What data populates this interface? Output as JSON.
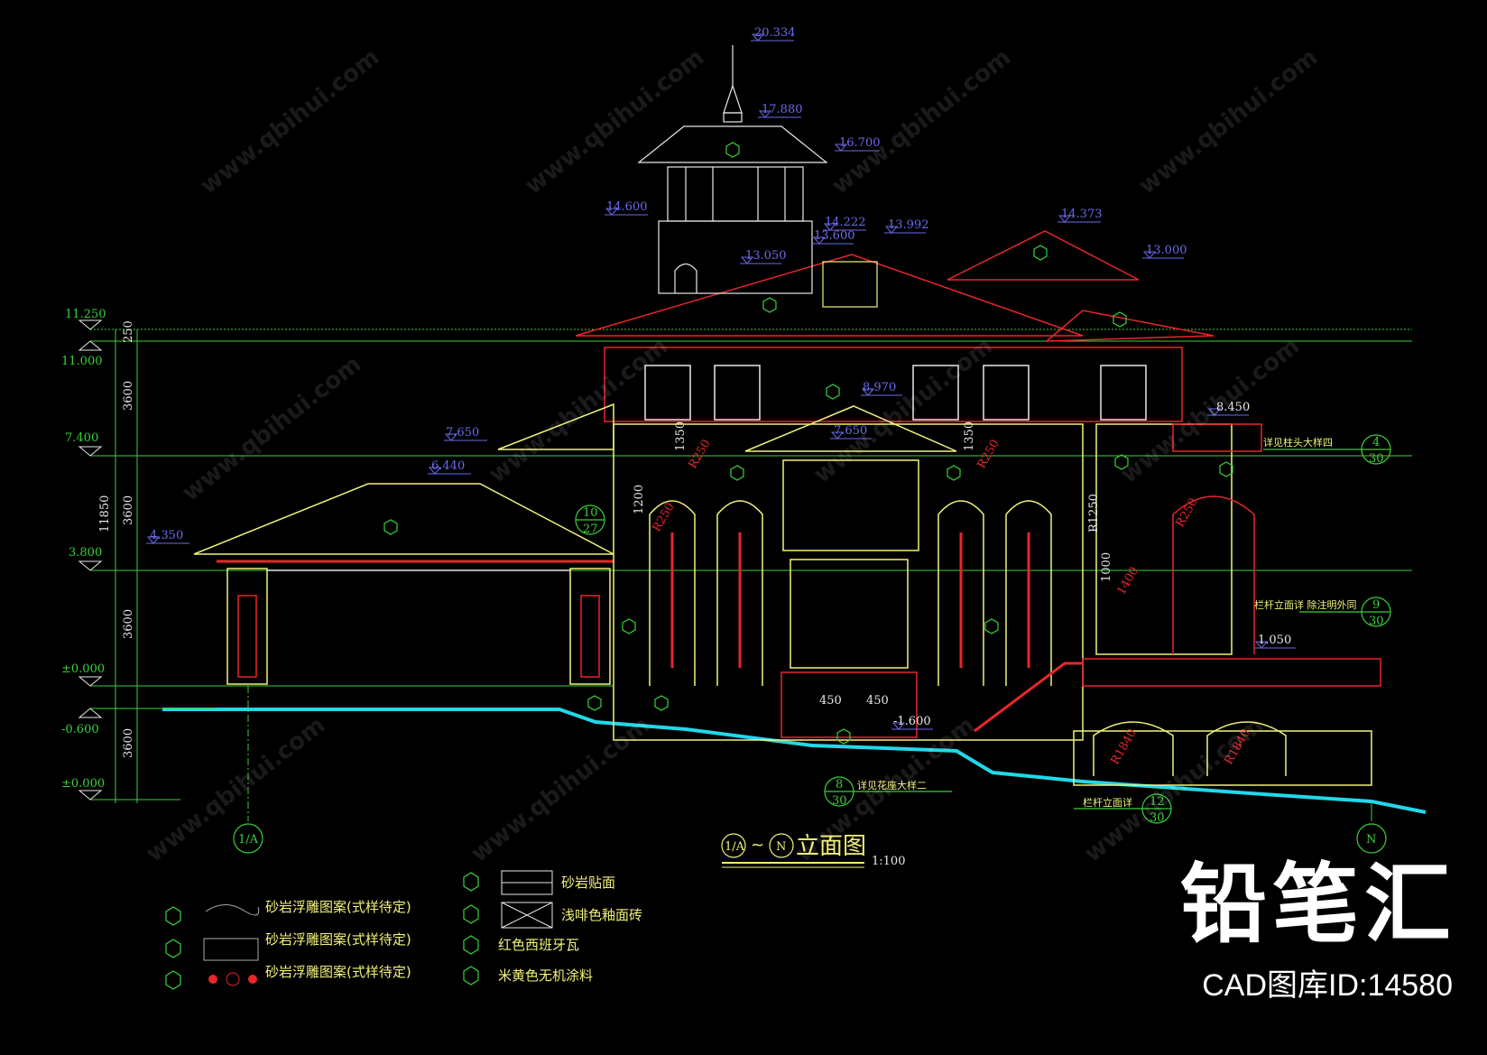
{
  "levels_top": [
    "20.334",
    "17.880",
    "16.700",
    "14.600",
    "14.222",
    "13.600",
    "13.992",
    "14.373",
    "13.000",
    "13.050",
    "8.970",
    "7.650",
    "7.650",
    "6.440",
    "4.350",
    "8.450",
    "1.050",
    "-1.600"
  ],
  "levels_left": [
    "11.250",
    "11.000",
    "7.400",
    "3.800",
    "±0.000",
    "-0.600",
    "±0.000"
  ],
  "dims_left": [
    "250",
    "3600",
    "3600",
    "3600",
    "3600",
    "11850"
  ],
  "detail_dims": [
    "1350",
    "R250",
    "1350",
    "R250",
    "1200",
    "R250",
    "R250",
    "1000",
    "1400",
    "450",
    "450",
    "R1840",
    "R1840",
    "R1250"
  ],
  "grid_axes": {
    "left": "1/A",
    "right": "N"
  },
  "callouts": [
    {
      "num": "4",
      "sheet": "30",
      "label": "详见柱头大样四"
    },
    {
      "num": "9",
      "sheet": "30",
      "label": "栏杆立面详 除注明外同"
    },
    {
      "num": "8",
      "sheet": "30",
      "label": "详见花座大样二"
    },
    {
      "num": "12",
      "sheet": "30",
      "label": "栏杆立面详"
    },
    {
      "num": "10",
      "sheet": "27",
      "label": ""
    }
  ],
  "title": {
    "axis_from": "1/A",
    "tilde": "~",
    "axis_to": "N",
    "name": "立面图",
    "scale": "1:100"
  },
  "legend": [
    {
      "label": "砂岩浮雕图案(式样待定)"
    },
    {
      "label": "砂岩浮雕图案(式样待定)"
    },
    {
      "label": "砂岩浮雕图案(式样待定)"
    },
    {
      "label": "砂岩贴面"
    },
    {
      "label": "浅啡色釉面砖"
    },
    {
      "label": "红色西班牙瓦"
    },
    {
      "label": "米黄色无机涂料"
    }
  ],
  "watermark": {
    "brand": "铅笔汇",
    "id": "CAD图库ID:14580",
    "url": "www.qbihui.com"
  },
  "colors": {
    "red": "#e8262b",
    "yellow": "#f2f27a",
    "green": "#3ad03a",
    "blue": "#6a6ae8",
    "cyan": "#22d8e8",
    "white": "#e8e8e8"
  }
}
